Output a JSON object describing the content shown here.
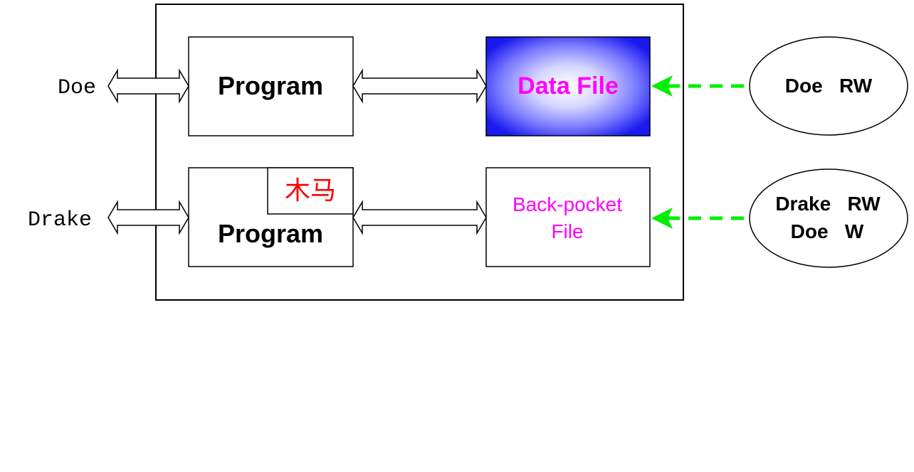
{
  "users": {
    "doe": "Doe",
    "drake": "Drake"
  },
  "top_program": {
    "label": "Program"
  },
  "bottom_program": {
    "label": "Program",
    "trojan_tag": "木马"
  },
  "data_file": {
    "label": "Data File"
  },
  "back_pocket_file": {
    "line1": "Back-pocket",
    "line2": "File"
  },
  "acl_top": {
    "line1": "Doe   RW"
  },
  "acl_bottom": {
    "line1": "Drake   RW",
    "line2": "Doe   W"
  },
  "colors": {
    "file_text": "#ff00ff",
    "trojan_text": "#ff0000",
    "data_file_fill": "#1a1aff",
    "acl_arrow": "#00ee00"
  }
}
